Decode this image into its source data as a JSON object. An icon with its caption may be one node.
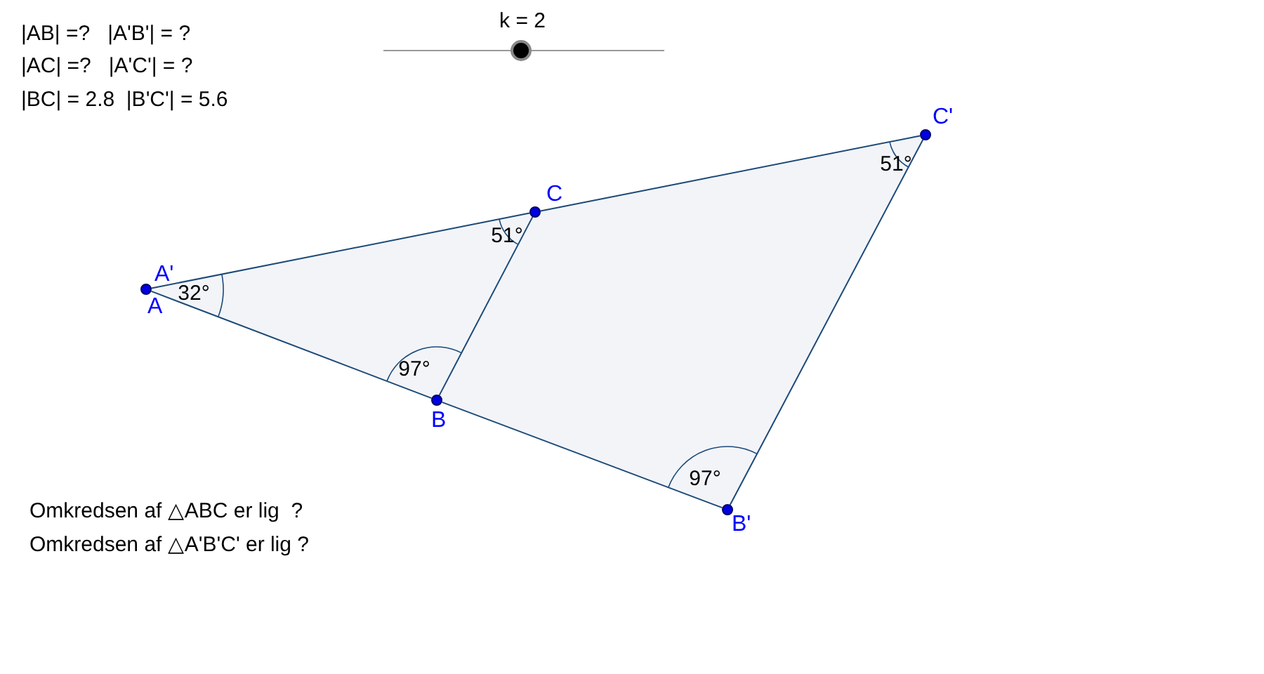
{
  "diagram": {
    "nodes": [
      {
        "text": [
          "A'",
          "A"
        ]
      },
      {
        "text": [
          "B"
        ]
      },
      {
        "text": [
          "C"
        ]
      },
      {
        "text": [
          "B'"
        ]
      },
      {
        "text": [
          "C'"
        ]
      }
    ],
    "edges": [
      {
        "from": 0,
        "to": 1,
        "arrow": "none"
      },
      {
        "from": 1,
        "to": 2,
        "arrow": "none"
      },
      {
        "from": 2,
        "to": 0,
        "arrow": "none"
      },
      {
        "from": 1,
        "to": 3,
        "arrow": "none"
      },
      {
        "from": 3,
        "to": 4,
        "arrow": "none"
      },
      {
        "from": 4,
        "to": 2,
        "arrow": "none"
      }
    ],
    "labels": [
      "|AB| =?   |A'B'| = ?",
      "|AC| =?   |A'C'| = ?",
      "|BC| = 2.8  |B'C'| = 5.6",
      "k = 2",
      "32°",
      "51°",
      "97°",
      "51°",
      "97°",
      "Omkredsen af △ABC er lig  ?",
      "Omkredsen af △A'B'C' er lig ?"
    ]
  }
}
